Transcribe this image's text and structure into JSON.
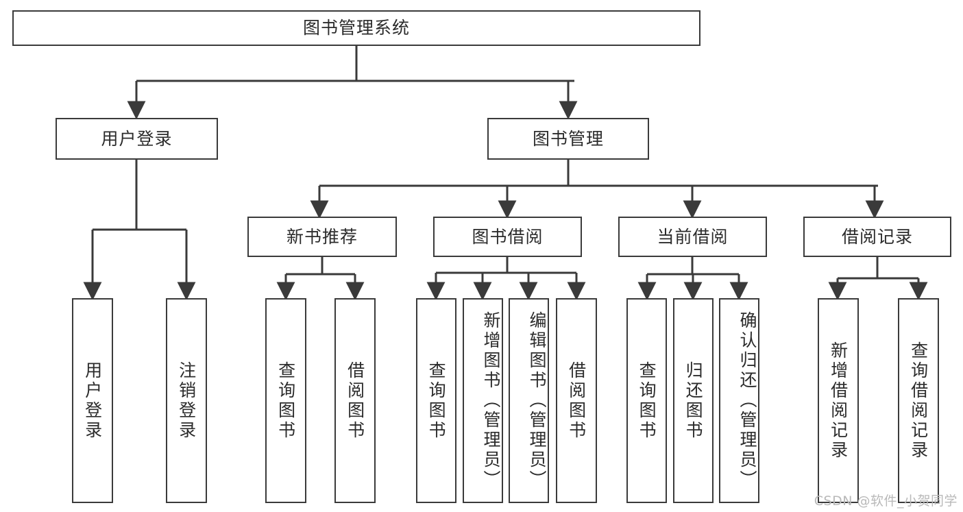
{
  "diagram": {
    "title": "图书管理系统",
    "type": "tree-hierarchy-chart",
    "root": {
      "label": "图书管理系统"
    },
    "level2": [
      {
        "label": "用户登录"
      },
      {
        "label": "图书管理"
      }
    ],
    "level3": [
      {
        "label": "新书推荐"
      },
      {
        "label": "图书借阅"
      },
      {
        "label": "当前借阅"
      },
      {
        "label": "借阅记录"
      }
    ],
    "leaves": {
      "user_login": [
        {
          "label": "用户登录"
        },
        {
          "label": "注销登录"
        }
      ],
      "new_book_recommend": [
        {
          "label": "查询图书"
        },
        {
          "label": "借阅图书"
        }
      ],
      "book_borrow": [
        {
          "label": "查询图书"
        },
        {
          "label": "新增图书（管理员）"
        },
        {
          "label": "编辑图书（管理员）"
        },
        {
          "label": "借阅图书"
        }
      ],
      "current_borrow": [
        {
          "label": "查询图书"
        },
        {
          "label": "归还图书"
        },
        {
          "label": "确认归还（管理员）"
        }
      ],
      "borrow_record": [
        {
          "label": "新增借阅记录"
        },
        {
          "label": "查询借阅记录"
        }
      ]
    }
  },
  "watermark": {
    "text": "CSDN @软件_小贺同学"
  },
  "colors": {
    "box_border": "#3a3a3a",
    "box_fill": "#ffffff",
    "edge": "#3a3a3a",
    "text": "#2b2b2b",
    "watermark": "#b9b9b9"
  }
}
